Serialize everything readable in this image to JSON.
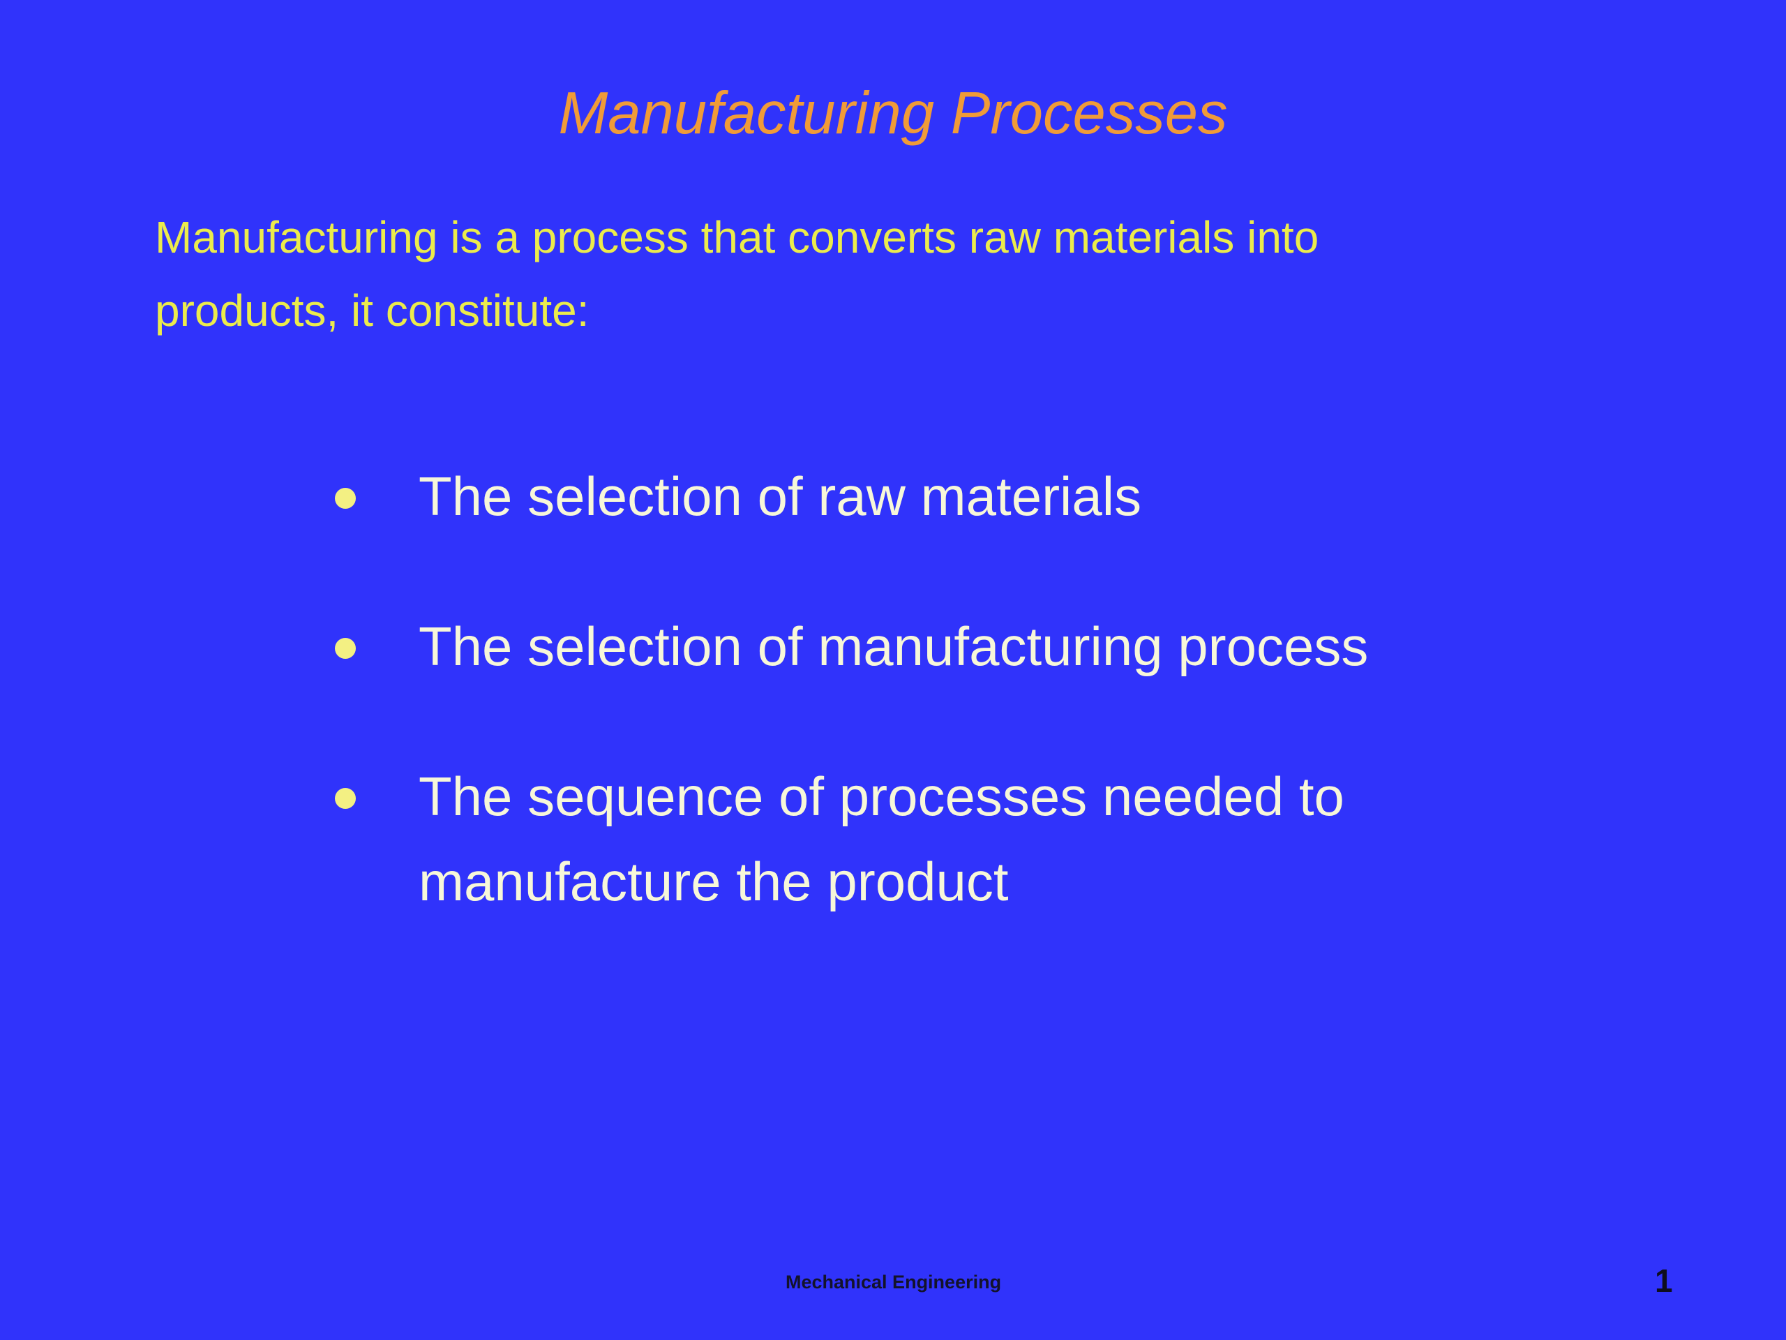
{
  "slide": {
    "title": "Manufacturing Processes",
    "intro": {
      "lines": [
        "Manufacturing is a process that converts raw materials into",
        "products, it constitute:"
      ]
    },
    "bullets": [
      {
        "lines": [
          "The selection of raw materials"
        ]
      },
      {
        "lines": [
          "The selection of manufacturing process"
        ]
      },
      {
        "lines": [
          "The sequence of processes needed to",
          "manufacture the product"
        ]
      }
    ],
    "footer": "Mechanical Engineering",
    "page_number": "1"
  },
  "colors": {
    "background": "#3033fb",
    "title": "#f09b38",
    "intro_text": "#ebeb4c",
    "bullet_text": "#f7f7d9",
    "bullet_dot": "#f3f083",
    "footer_text": "#13132b",
    "page_text": "#0e0e1e"
  }
}
